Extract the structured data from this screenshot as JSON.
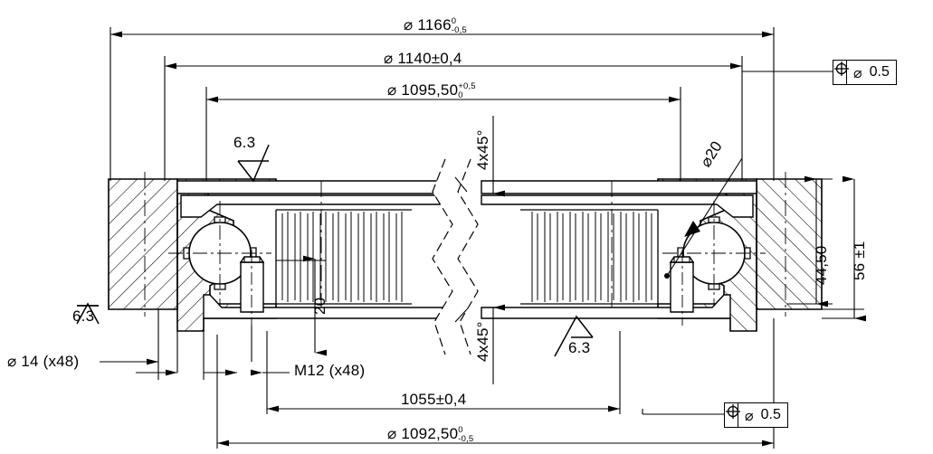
{
  "drawing": {
    "type": "engineering-cross-section",
    "subject": "slewing ring bearing with internal gear",
    "line_color": "#000000",
    "background": "#ffffff"
  },
  "dimensions": {
    "top1": {
      "symbol": "⌀",
      "value": "1166",
      "tol_upper": "0",
      "tol_lower": "-0,5"
    },
    "top2": {
      "symbol": "⌀",
      "value": "1140",
      "tol": "±0,4"
    },
    "top3": {
      "symbol": "⌀",
      "value": "1095,50",
      "tol_upper": "+0,5",
      "tol_lower": "0"
    },
    "bottom1": {
      "symbol": "",
      "value": "1055",
      "tol": "±0,4"
    },
    "bottom2": {
      "symbol": "⌀",
      "value": "1092,50",
      "tol_upper": "0",
      "tol_lower": "-0,5"
    },
    "right1": {
      "value": "44,50"
    },
    "right2": {
      "value": "56 ±1"
    },
    "depth": {
      "value": "20"
    },
    "hole_left": {
      "text": "⌀ 14 (x48)"
    },
    "thread": {
      "text": "M12 (x48)"
    },
    "ball": {
      "text": "⌀20"
    },
    "chamfer_top": {
      "text": "4x45°"
    },
    "chamfer_bottom": {
      "text": "4x45°"
    }
  },
  "surface_finish": [
    {
      "id": "sf-top",
      "value": "6.3"
    },
    {
      "id": "sf-left",
      "value": "6.3"
    },
    {
      "id": "sf-bottom",
      "value": "6.3"
    }
  ],
  "gdt_frames": [
    {
      "id": "gdt-top",
      "symbol": "position-icon",
      "diameter": "⌀",
      "tolerance": "0.5"
    },
    {
      "id": "gdt-bottom",
      "symbol": "position-icon",
      "diameter": "⌀",
      "tolerance": "0.5"
    }
  ]
}
